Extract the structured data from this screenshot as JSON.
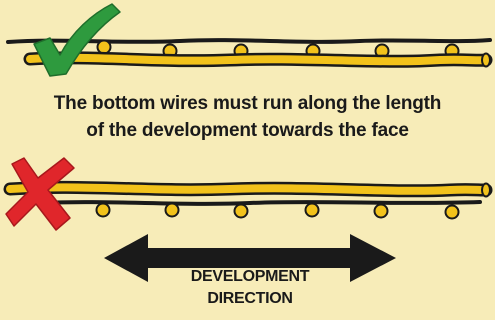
{
  "caption": {
    "line1": "The bottom wires must run along the length",
    "line2": "of the development towards the face"
  },
  "direction_label": {
    "line1": "DEVELOPMENT",
    "line2": "DIRECTION"
  },
  "examples": {
    "correct": {
      "mark": "check-icon",
      "meaning": "correct"
    },
    "incorrect": {
      "mark": "cross-icon",
      "meaning": "incorrect"
    }
  },
  "colors": {
    "background": "#f7ecb8",
    "wire": "#f2c21b",
    "wire_outline": "#1a1a1a",
    "check": "#2e9a3e",
    "cross": "#e0262b",
    "arrow": "#1a1a1a"
  }
}
